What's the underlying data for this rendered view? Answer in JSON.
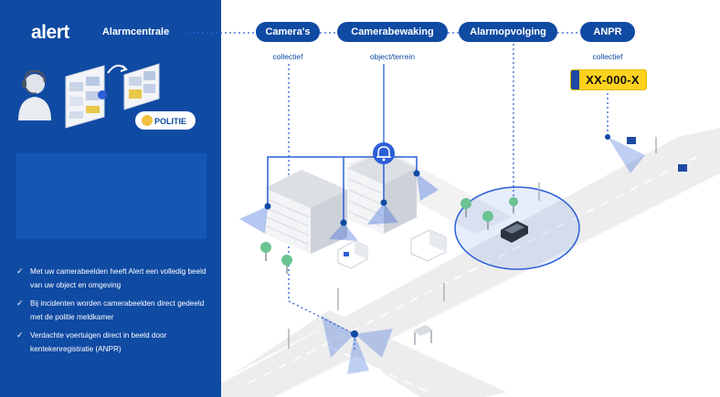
{
  "sidebar": {
    "brand": "alert",
    "badge": "POLITIE",
    "checklist": [
      "Met uw camerabeelden heeft Alert een volledig beeld van uw object en omgeving",
      "Bij incidenten worden camerabeelden direct gedeeld met de politie meldkamer",
      "Verdachte voertuigen direct in beeld door kentekenregistratie (ANPR)"
    ]
  },
  "flow": {
    "alarmcentrale": "Alarmcentrale",
    "cameras": {
      "label": "Camera's",
      "sub": "collectief"
    },
    "camerabewaking": {
      "label": "Camerabewaking",
      "sub": "object/terrein"
    },
    "alarmopvolging": {
      "label": "Alarmopvolging"
    },
    "anpr": {
      "label": "ANPR",
      "sub": "collectief"
    }
  },
  "plate": "XX-000-X",
  "colors": {
    "primary": "#0f4aa3",
    "accent": "#2b5fd6",
    "plate": "#ffd21f"
  }
}
